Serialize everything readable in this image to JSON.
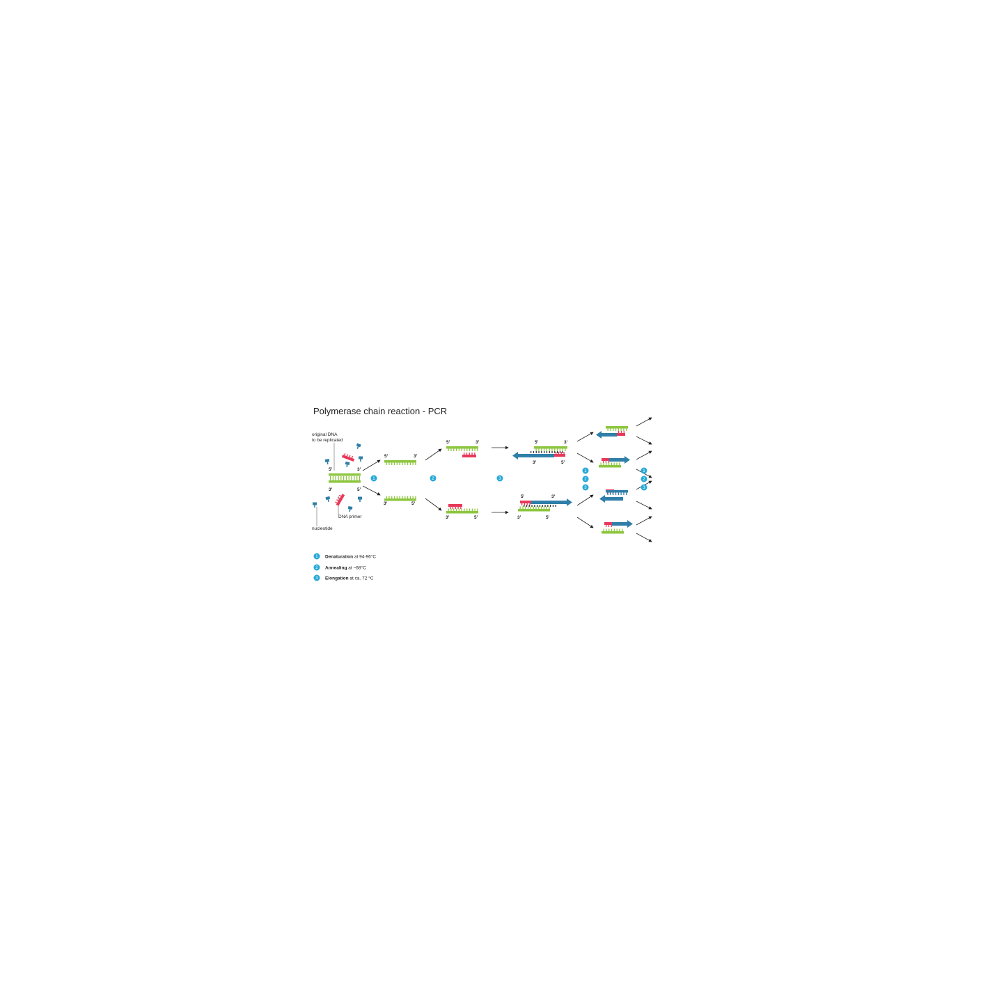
{
  "title": "Polymerase chain reaction - PCR",
  "labels": {
    "original_dna": [
      "original DNA",
      "to be replicated"
    ],
    "dna_primer": "DNA primer",
    "nucleotide": "nucleotide",
    "five_prime": "5’",
    "three_prime": "3’"
  },
  "steps": [
    "1",
    "2",
    "3"
  ],
  "legend": [
    {
      "num": "1",
      "bold": "Denaturation",
      "rest": " at 94-96°C"
    },
    {
      "num": "2",
      "bold": "Annealing",
      "rest": " at ~68°C"
    },
    {
      "num": "3",
      "bold": "Elongation",
      "rest": " at ca. 72 °C"
    }
  ],
  "colors": {
    "template_strand": "#8dc63f",
    "primer": "#e8395a",
    "new_strand": "#2f7fa8",
    "step_badge": "#27a9d6",
    "arrow": "#222222"
  }
}
